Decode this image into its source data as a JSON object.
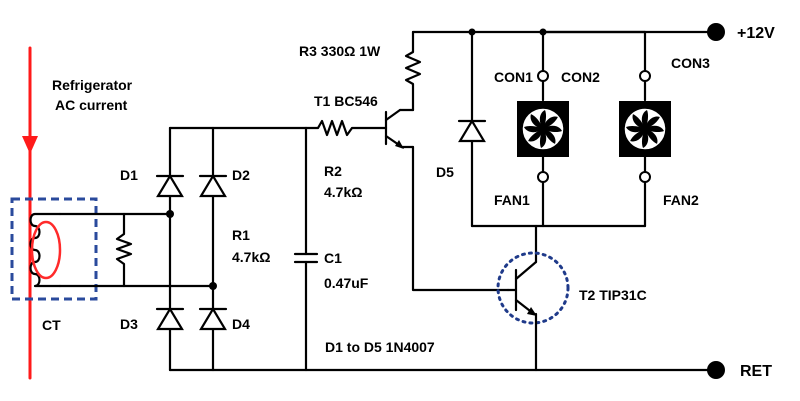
{
  "colors": {
    "wire": "#000000",
    "ac_line": "#ff1a1a",
    "ct_box": "#2a4a9c",
    "loop": "#ff2a2a",
    "fan_body": "#000000",
    "dot": "#000000"
  },
  "labels": {
    "refrigerator": "Refrigerator",
    "ac_current": "AC current",
    "ct": "CT",
    "d1": "D1",
    "d2": "D2",
    "d3": "D3",
    "d4": "D4",
    "r1": "R1",
    "r1_value": "4.7kΩ",
    "r2": "R2",
    "r2_value": "4.7kΩ",
    "c1": "C1",
    "c1_value": "0.47uF",
    "t1": "T1 BC546",
    "r3": "R3 330Ω 1W",
    "d5": "D5",
    "con1": "CON1",
    "con2": "CON2",
    "con3": "CON3",
    "fan1": "FAN1",
    "fan2": "FAN2",
    "t2": "T2 TIP31C",
    "diodes_note": "D1 to D5 1N4007",
    "plus12v": "+12V",
    "ret": "RET"
  },
  "icons": {
    "fan": "fan-icon",
    "diode": "diode-symbol",
    "resistor": "resistor-symbol",
    "capacitor": "capacitor-symbol",
    "npn_transistor": "npn-transistor-symbol"
  }
}
